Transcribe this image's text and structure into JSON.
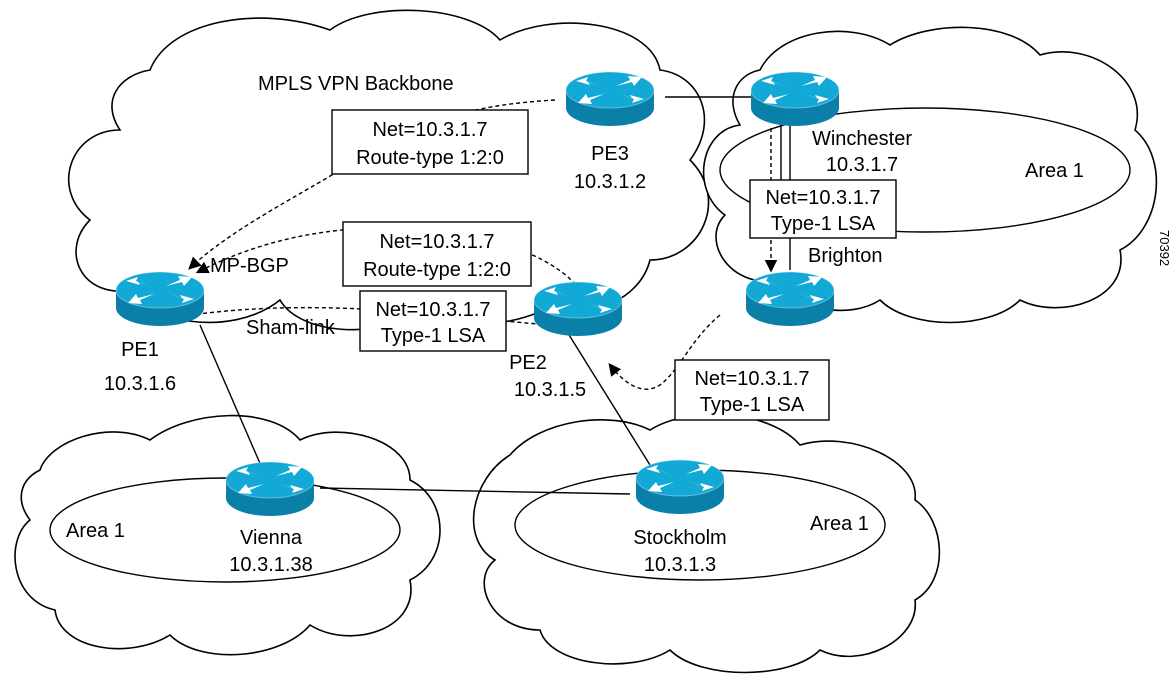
{
  "diagram": {
    "backbone_label": "MPLS VPN Backbone",
    "figure_id": "70392",
    "colors": {
      "router_top": "#12a9d6",
      "router_side": "#0a7fa8",
      "line": "#000000"
    },
    "routers": {
      "pe1": {
        "name": "PE1",
        "ip": "10.3.1.6"
      },
      "pe2": {
        "name": "PE2",
        "ip": "10.3.1.5"
      },
      "pe3": {
        "name": "PE3",
        "ip": "10.3.1.2"
      },
      "winchester": {
        "name": "Winchester",
        "ip": "10.3.1.7"
      },
      "brighton": {
        "name": "Brighton"
      },
      "vienna": {
        "name": "Vienna",
        "ip": "10.3.1.38"
      },
      "stockholm": {
        "name": "Stockholm",
        "ip": "10.3.1.3"
      }
    },
    "areas": {
      "right_top": "Area 1",
      "bottom_left": "Area 1",
      "bottom_right": "Area 1"
    },
    "link_labels": {
      "mp_bgp": "MP-BGP",
      "sham_link": "Sham-link"
    },
    "boxes": {
      "pe3_route": {
        "line1": "Net=10.3.1.7",
        "line2": "Route-type 1:2:0"
      },
      "mpbgp_route": {
        "line1": "Net=10.3.1.7",
        "line2": "Route-type 1:2:0"
      },
      "sham_lsa": {
        "line1": "Net=10.3.1.7",
        "line2": "Type-1 LSA"
      },
      "winchester_lsa": {
        "line1": "Net=10.3.1.7",
        "line2": "Type-1 LSA"
      },
      "brighton_lsa": {
        "line1": "Net=10.3.1.7",
        "line2": "Type-1 LSA"
      }
    }
  }
}
